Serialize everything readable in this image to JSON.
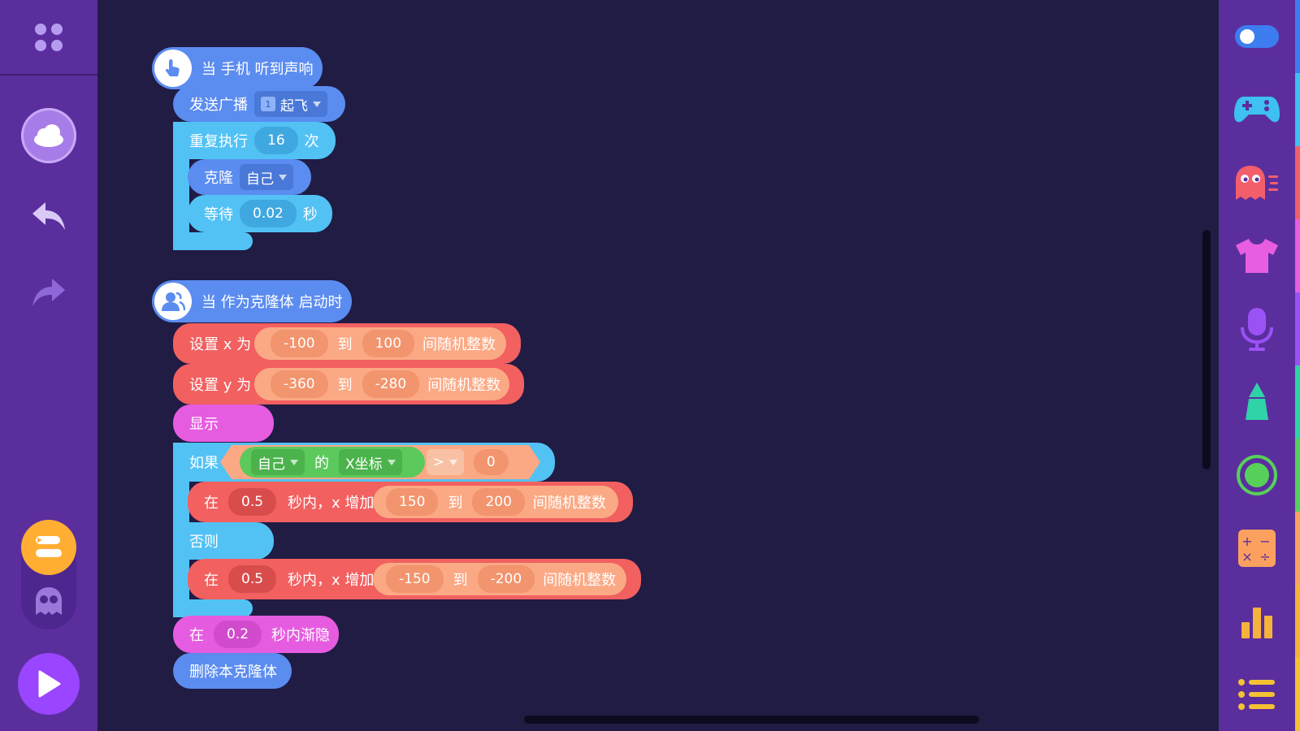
{
  "colors": {
    "canvas": "#201c44",
    "sidebar": "#5b2e9e",
    "motion_blue": "#5b8cf0",
    "control_cyan": "#52c2f5",
    "action_red": "#f26060",
    "looks_pink": "#e65ce0",
    "operator_salmon": "#fba984",
    "sensing_green": "#5cc95c",
    "run_button": "#9a45ff"
  },
  "left_sidebar": {
    "icons": [
      "apps-icon",
      "cloud-icon",
      "undo-icon",
      "redo-icon",
      "script-icon",
      "sprite-ghost-icon",
      "play-icon"
    ]
  },
  "right_sidebar": {
    "categories": [
      "toggle-icon",
      "gamepad-icon",
      "ghost-character-icon",
      "costume-shirt-icon",
      "microphone-icon",
      "pen-icon",
      "circle-target-icon",
      "calculator-icon",
      "bar-chart-icon",
      "list-icon"
    ]
  },
  "script1": {
    "hat": "当 手机 听到声响",
    "broadcast": {
      "label": "发送广播",
      "tag": "1",
      "value": "起飞"
    },
    "repeat": {
      "label": "重复执行",
      "count": "16",
      "unit": "次"
    },
    "clone": {
      "label": "克隆",
      "value": "自己"
    },
    "wait": {
      "label": "等待",
      "value": "0.02",
      "unit": "秒"
    }
  },
  "script2": {
    "hat": "当 作为克隆体 启动时",
    "set_x": {
      "label": "设置 x 为",
      "from": "-100",
      "to_label": "到",
      "to": "100",
      "suffix": "间随机整数"
    },
    "set_y": {
      "label": "设置 y 为",
      "from": "-360",
      "to_label": "到",
      "to": "-280",
      "suffix": "间随机整数"
    },
    "show": "显示",
    "if": {
      "label": "如果",
      "obj": "自己",
      "of": "的",
      "prop": "X坐标",
      "op": ">",
      "value": "0"
    },
    "glide1": {
      "label": "在",
      "secs": "0.5",
      "mid": "秒内，x 增加",
      "from": "150",
      "to_label": "到",
      "to": "200",
      "suffix": "间随机整数"
    },
    "else": "否则",
    "glide2": {
      "label": "在",
      "secs": "0.5",
      "mid": "秒内，x 增加",
      "from": "-150",
      "to_label": "到",
      "to": "-200",
      "suffix": "间随机整数"
    },
    "fade": {
      "label": "在",
      "secs": "0.2",
      "suffix": "秒内渐隐"
    },
    "delete": "删除本克隆体"
  }
}
